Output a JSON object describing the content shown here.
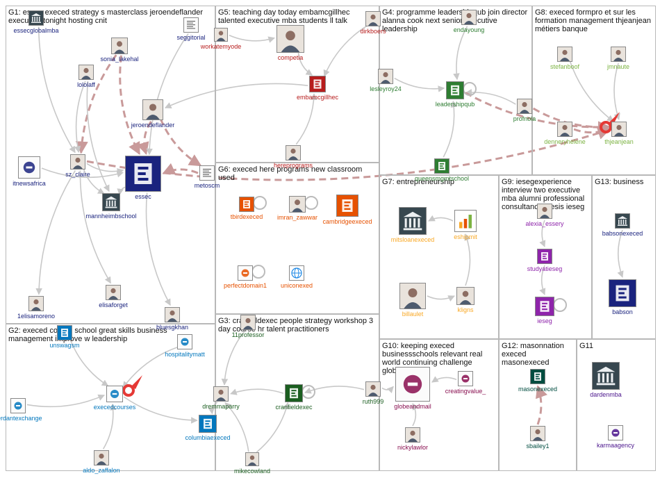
{
  "panels": [
    {
      "id": "G1",
      "title": "G1: essec execed strategy s masterclass jeroendeflander execution tonight hosting cnit"
    },
    {
      "id": "G5",
      "title": "G5: teaching day today embamcgillhec talented executive mba students ll talk"
    },
    {
      "id": "G4",
      "title": "G4: programme leadershipqub join director alanna cook next senior executive leadership"
    },
    {
      "id": "G8",
      "title": "G8: execed formpro et sur les formation management thjeanjean métiers banque"
    },
    {
      "id": "G6",
      "title": "G6: execed here programs new classroom used"
    },
    {
      "id": "G7",
      "title": "G7: entrepreneurship"
    },
    {
      "id": "G9",
      "title": "G9: iesegexperience interview two executive mba alumni professional consultancy thesis ieseg"
    },
    {
      "id": "G13",
      "title": "G13: business"
    },
    {
      "id": "G2",
      "title": "G2: execed course school great skills business management improve w leadership"
    },
    {
      "id": "G3",
      "title": "G3: cranfieldexec people strategy workshop 3 day course hr talent practitioners"
    },
    {
      "id": "G10",
      "title": "G10: keeping execed businessschools relevant real world continuing challenge globeandmail"
    },
    {
      "id": "G12",
      "title": "G12: masonnation execed masonexeced"
    },
    {
      "id": "G11",
      "title": "G11"
    }
  ],
  "nodes": [
    {
      "id": "essecglobalmba",
      "label": "essecglobalmba",
      "group": "G1",
      "color": "#1a237e",
      "icon": "building-icon"
    },
    {
      "id": "seggitorial",
      "label": "seggitorial",
      "group": "G1",
      "color": "#1a237e",
      "icon": "document-icon"
    },
    {
      "id": "sonia_lakehal",
      "label": "sonia_lakehal",
      "group": "G1",
      "color": "#1a237e",
      "icon": "person-icon"
    },
    {
      "id": "lololaff",
      "label": "lololaff",
      "group": "G1",
      "color": "#1a237e",
      "icon": "person-icon"
    },
    {
      "id": "jeroendeflander",
      "label": "jeroendeflander",
      "group": "G1",
      "color": "#1a237e",
      "icon": "person-icon"
    },
    {
      "id": "sz_claire",
      "label": "sz_claire",
      "group": "G1",
      "color": "#1a237e",
      "icon": "person-icon"
    },
    {
      "id": "itnewsafrica",
      "label": "itnewsafrica",
      "group": "G1",
      "color": "#1a237e",
      "icon": "logo-icon"
    },
    {
      "id": "essec",
      "label": "essec",
      "group": "G1",
      "color": "#1a237e",
      "icon": "school-logo-icon"
    },
    {
      "id": "metoscm",
      "label": "metoscm",
      "group": "G1",
      "color": "#1a237e",
      "icon": "document-icon"
    },
    {
      "id": "mannheimbschool",
      "label": "mannheimbschool",
      "group": "G1",
      "color": "#1a237e",
      "icon": "building-icon"
    },
    {
      "id": "elisaforget",
      "label": "elisaforget",
      "group": "G1",
      "color": "#1a237e",
      "icon": "person-icon"
    },
    {
      "id": "1elisamoreno",
      "label": "1elisamoreno",
      "group": "G1",
      "color": "#1a237e",
      "icon": "person-icon"
    },
    {
      "id": "bluesgkhan",
      "label": "bluesgkhan",
      "group": "G1",
      "color": "#1a237e",
      "icon": "person-icon"
    },
    {
      "id": "workatemyode",
      "label": "workatemyode",
      "group": "G5",
      "color": "#b71c1c",
      "icon": "person-icon"
    },
    {
      "id": "competia",
      "label": "competia",
      "group": "G5",
      "color": "#b71c1c",
      "icon": "person-icon"
    },
    {
      "id": "dirkboers",
      "label": "dirkboers",
      "group": "G5",
      "color": "#b71c1c",
      "icon": "person-icon"
    },
    {
      "id": "embamcgillhec",
      "label": "embamcgillhec",
      "group": "G5",
      "color": "#b71c1c",
      "icon": "school-logo-icon"
    },
    {
      "id": "hereprograms",
      "label": "hereprograms",
      "group": "G5",
      "color": "#b71c1c",
      "icon": "person-icon"
    },
    {
      "id": "endayoung",
      "label": "endayoung",
      "group": "G4",
      "color": "#2e7d32",
      "icon": "person-icon"
    },
    {
      "id": "lesleyroy24",
      "label": "lesleyroy24",
      "group": "G4",
      "color": "#2e7d32",
      "icon": "person-icon"
    },
    {
      "id": "leadershipqub",
      "label": "leadershipqub",
      "group": "G4",
      "color": "#2e7d32",
      "icon": "school-logo-icon"
    },
    {
      "id": "profnola",
      "label": "profnola",
      "group": "G4",
      "color": "#2e7d32",
      "icon": "person-icon"
    },
    {
      "id": "queensmgmtschool",
      "label": "queensmgmtschool",
      "group": "G4",
      "color": "#2e7d32",
      "icon": "school-logo-icon"
    },
    {
      "id": "stefanboof",
      "label": "stefanboof",
      "group": "G8",
      "color": "#7cb342",
      "icon": "person-icon"
    },
    {
      "id": "jmnaute",
      "label": "jmnaute",
      "group": "G8",
      "color": "#7cb342",
      "icon": "person-icon"
    },
    {
      "id": "dennerylhelene",
      "label": "denneryhelene",
      "group": "G8",
      "color": "#7cb342",
      "icon": "person-icon"
    },
    {
      "id": "thjeanjean",
      "label": "thjeanjean",
      "group": "G8",
      "color": "#7cb342",
      "icon": "person-icon"
    },
    {
      "id": "tbirdexeced",
      "label": "tbirdexeced",
      "group": "G6",
      "color": "#e65100",
      "icon": "school-logo-icon"
    },
    {
      "id": "imran_zawwar",
      "label": "imran_zawwar",
      "group": "G6",
      "color": "#e65100",
      "icon": "person-icon"
    },
    {
      "id": "cambridgeexeced",
      "label": "cambridgeexeced",
      "group": "G6",
      "color": "#e65100",
      "icon": "school-logo-icon"
    },
    {
      "id": "perfectdomain1",
      "label": "perfectdomain1",
      "group": "G6",
      "color": "#e65100",
      "icon": "logo-icon"
    },
    {
      "id": "uniconexed",
      "label": "uniconexed",
      "group": "G6",
      "color": "#e65100",
      "icon": "globe-icon"
    },
    {
      "id": "mitsloanexeced",
      "label": "mitsloanexeced",
      "group": "G7",
      "color": "#f9a825",
      "icon": "building-icon"
    },
    {
      "id": "eshipmit",
      "label": "eshipmit",
      "group": "G7",
      "color": "#f9a825",
      "icon": "bar-chart-icon"
    },
    {
      "id": "billaulet",
      "label": "billaulet",
      "group": "G7",
      "color": "#f9a825",
      "icon": "person-icon"
    },
    {
      "id": "kligns",
      "label": "kligns",
      "group": "G7",
      "color": "#f9a825",
      "icon": "person-icon"
    },
    {
      "id": "alexia_essery",
      "label": "alexia_essery",
      "group": "G9",
      "color": "#8e24aa",
      "icon": "person-icon"
    },
    {
      "id": "studyatieseg",
      "label": "studyatieseg",
      "group": "G9",
      "color": "#8e24aa",
      "icon": "school-logo-icon"
    },
    {
      "id": "ieseg",
      "label": "ieseg",
      "group": "G9",
      "color": "#8e24aa",
      "icon": "school-logo-icon"
    },
    {
      "id": "babsonexeced",
      "label": "babsonexeced",
      "group": "G13",
      "color": "#1a237e",
      "icon": "building-icon"
    },
    {
      "id": "babson",
      "label": "babson",
      "group": "G13",
      "color": "#1a237e",
      "icon": "school-logo-icon"
    },
    {
      "id": "unswagsm",
      "label": "unswagsm",
      "group": "G2",
      "color": "#0277bd",
      "icon": "school-logo-icon"
    },
    {
      "id": "hospitalitymatt",
      "label": "hospitalitymatt",
      "group": "G2",
      "color": "#0277bd",
      "icon": "logo-icon"
    },
    {
      "id": "execedcourses",
      "label": "execedcourses",
      "group": "G2",
      "color": "#0277bd",
      "icon": "logo-icon"
    },
    {
      "id": "verdantexchange",
      "label": "verdantexchange",
      "group": "G2",
      "color": "#0277bd",
      "icon": "logo-icon"
    },
    {
      "id": "columbiaexeced",
      "label": "columbiaexeced",
      "group": "G2",
      "color": "#0277bd",
      "icon": "school-logo-icon"
    },
    {
      "id": "aldo_zaffalon",
      "label": "aldo_zaffalon",
      "group": "G2",
      "color": "#0277bd",
      "icon": "person-icon"
    },
    {
      "id": "11professor",
      "label": "11professor",
      "group": "G3",
      "color": "#1b5e20",
      "icon": "person-icon"
    },
    {
      "id": "dremmaparry",
      "label": "dremmaparry",
      "group": "G3",
      "color": "#1b5e20",
      "icon": "person-icon"
    },
    {
      "id": "cranfieldexec",
      "label": "cranfieldexec",
      "group": "G3",
      "color": "#1b5e20",
      "icon": "school-logo-icon"
    },
    {
      "id": "ruth999",
      "label": "ruth999",
      "group": "G3",
      "color": "#1b5e20",
      "icon": "person-icon"
    },
    {
      "id": "mikecowland",
      "label": "mikecowland",
      "group": "G3",
      "color": "#1b5e20",
      "icon": "person-icon"
    },
    {
      "id": "globeandmail",
      "label": "globeandmail",
      "group": "G10",
      "color": "#880e4f",
      "icon": "logo-icon"
    },
    {
      "id": "creatingvalue_",
      "label": "creatingvalue_",
      "group": "G10",
      "color": "#880e4f",
      "icon": "logo-icon"
    },
    {
      "id": "nickylawlor",
      "label": "nickylawlor",
      "group": "G10",
      "color": "#880e4f",
      "icon": "person-icon"
    },
    {
      "id": "masonexeced",
      "label": "masonexeced",
      "group": "G12",
      "color": "#004d40",
      "icon": "school-logo-icon"
    },
    {
      "id": "sbailey1",
      "label": "sbailey1",
      "group": "G12",
      "color": "#004d40",
      "icon": "person-icon"
    },
    {
      "id": "dardenmba",
      "label": "dardenmba",
      "group": "G11",
      "color": "#4a148c",
      "icon": "building-icon"
    },
    {
      "id": "karmaagency",
      "label": "karmaagency",
      "group": "G11",
      "color": "#4a148c",
      "icon": "logo-icon"
    }
  ],
  "edges": [
    {
      "from": "sonia_lakehal",
      "to": "essec",
      "style": "dashed"
    },
    {
      "from": "sonia_lakehal",
      "to": "sz_claire",
      "style": "dashed"
    },
    {
      "from": "lololaff",
      "to": "sz_claire",
      "style": "solid"
    },
    {
      "from": "lololaff",
      "to": "mannheimbschool",
      "style": "solid"
    },
    {
      "from": "jeroendeflander",
      "to": "essec",
      "style": "dashed"
    },
    {
      "from": "jeroendeflander",
      "to": "metoscm",
      "style": "dashed"
    },
    {
      "from": "seggitorial",
      "to": "essec",
      "style": "solid"
    },
    {
      "from": "essecglobalmba",
      "to": "sz_claire",
      "style": "solid"
    },
    {
      "from": "itnewsafrica",
      "to": "essec",
      "style": "solid"
    },
    {
      "from": "metoscm",
      "to": "essec",
      "style": "dashed"
    },
    {
      "from": "sz_claire",
      "to": "essec",
      "style": "solid"
    },
    {
      "from": "sz_claire",
      "to": "mannheimbschool",
      "style": "solid"
    },
    {
      "from": "sz_claire",
      "to": "elisaforget",
      "style": "solid"
    },
    {
      "from": "sz_claire",
      "to": "1elisamoreno",
      "style": "solid"
    },
    {
      "from": "essec",
      "to": "bluesgkhan",
      "style": "solid"
    },
    {
      "from": "essec",
      "to": "mannheimbschool",
      "style": "solid"
    },
    {
      "from": "sz_claire",
      "to": "thjeanjean",
      "style": "dashed"
    },
    {
      "from": "competia",
      "to": "embamcgillhec",
      "style": "solid"
    },
    {
      "from": "workatemyode",
      "to": "competia",
      "style": "solid"
    },
    {
      "from": "dirkboers",
      "to": "embamcgillhec",
      "style": "solid"
    },
    {
      "from": "hereprograms",
      "to": "embamcgillhec",
      "style": "solid"
    },
    {
      "from": "embamcgillhec",
      "to": "jeroendeflander",
      "style": "solid"
    },
    {
      "from": "endayoung",
      "to": "leadershipqub",
      "style": "solid"
    },
    {
      "from": "lesleyroy24",
      "to": "leadershipqub",
      "style": "solid"
    },
    {
      "from": "profnola",
      "to": "leadershipqub",
      "style": "solid"
    },
    {
      "from": "queensmgmtschool",
      "to": "leadershipqub",
      "style": "solid"
    },
    {
      "from": "leadershipqub",
      "to": "thjeanjean",
      "style": "dashed"
    },
    {
      "from": "stefanboof",
      "to": "thjeanjean",
      "style": "solid"
    },
    {
      "from": "jmnaute",
      "to": "thjeanjean",
      "style": "solid"
    },
    {
      "from": "dennerylhelene",
      "to": "thjeanjean",
      "style": "dashed"
    },
    {
      "from": "profnola",
      "to": "thjeanjean",
      "style": "dashed"
    },
    {
      "from": "eshipmit",
      "to": "mitsloanexeced",
      "style": "solid"
    },
    {
      "from": "kligns",
      "to": "eshipmit",
      "style": "solid"
    },
    {
      "from": "billaulet",
      "to": "kligns",
      "style": "solid"
    },
    {
      "from": "alexia_essery",
      "to": "studyatieseg",
      "style": "solid"
    },
    {
      "from": "studyatieseg",
      "to": "ieseg",
      "style": "solid"
    },
    {
      "from": "babsonexeced",
      "to": "babson",
      "style": "solid"
    },
    {
      "from": "unswagsm",
      "to": "execedcourses",
      "style": "solid"
    },
    {
      "from": "hospitalitymatt",
      "to": "execedcourses",
      "style": "solid"
    },
    {
      "from": "verdantexchange",
      "to": "execedcourses",
      "style": "solid"
    },
    {
      "from": "execedcourses",
      "to": "columbiaexeced",
      "style": "solid"
    },
    {
      "from": "aldo_zaffalon",
      "to": "execedcourses",
      "style": "solid"
    },
    {
      "from": "cranfieldexec",
      "to": "dremmaparry",
      "style": "solid"
    },
    {
      "from": "11professor",
      "to": "dremmaparry",
      "style": "solid"
    },
    {
      "from": "ruth999",
      "to": "cranfieldexec",
      "style": "solid"
    },
    {
      "from": "mikecowland",
      "to": "dremmaparry",
      "style": "solid"
    },
    {
      "from": "mikecowland",
      "to": "cranfieldexec",
      "style": "solid"
    },
    {
      "from": "dremmaparry",
      "to": "columbiaexeced",
      "style": "solid"
    },
    {
      "from": "creatingvalue_",
      "to": "globeandmail",
      "style": "solid"
    },
    {
      "from": "nickylawlor",
      "to": "globeandmail",
      "style": "solid"
    },
    {
      "from": "ruth999",
      "to": "globeandmail",
      "style": "solid"
    },
    {
      "from": "sbailey1",
      "to": "masonexeced",
      "style": "dashed"
    }
  ],
  "self_loops": [
    "tbirdexeced",
    "imran_zawwar",
    "leadershipqub",
    "ieseg",
    "perfectdomain1",
    "cranfieldexec"
  ],
  "colors": {
    "dashed_edge": "#c99a9a",
    "solid_edge": "#c8c8c8",
    "highlight": "#e53935",
    "panel_border": "#b8b8b8"
  }
}
